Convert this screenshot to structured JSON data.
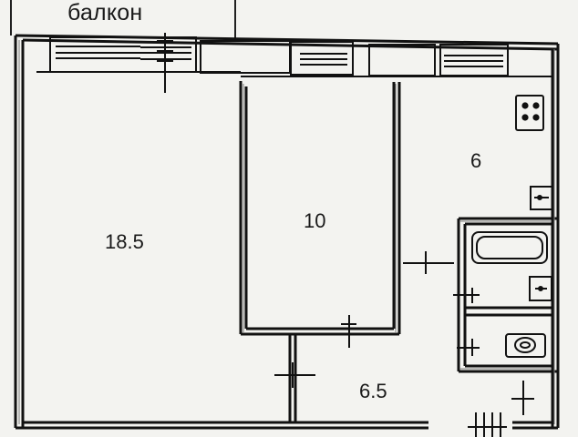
{
  "plan": {
    "balcony_label": "балкон",
    "rooms": {
      "large": "18.5",
      "middle": "10",
      "kitchen": "6",
      "hall": "6.5"
    }
  },
  "icons": {
    "stove": "stove-icon",
    "sink": "sink-icon",
    "bathtub": "bathtub-icon",
    "washbasin": "washbasin-icon",
    "toilet": "toilet-icon"
  },
  "colors": {
    "background": "#f3f3f0",
    "walls": "#111111"
  }
}
